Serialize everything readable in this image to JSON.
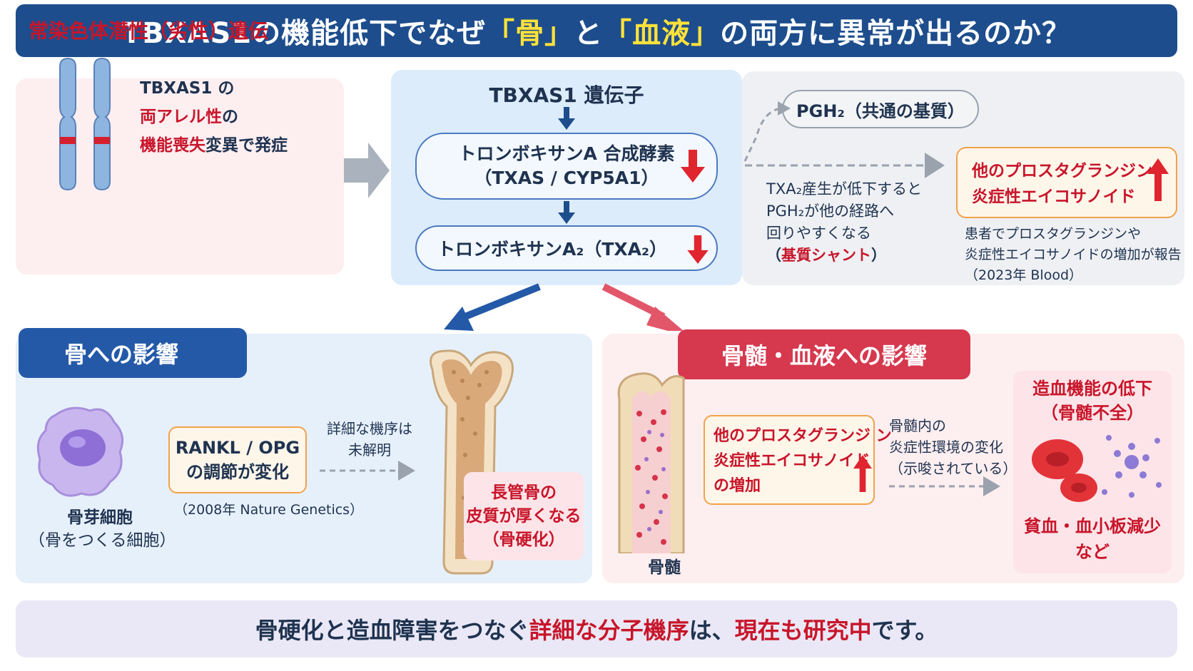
{
  "title": {
    "part1": "TBXAS1の機能低下でなぜ",
    "bone": "「骨」",
    "mid": "と",
    "blood": "「血液」",
    "part2": "の両方に異常が出るのか？"
  },
  "inheritance": {
    "title": "常染色体潜性（劣性）遺伝",
    "line1": "TBXAS1 の",
    "line2_red": "両アレル性",
    "line2_rest": "の",
    "line3_red": "機能喪失",
    "line3_rest": "変異で発症"
  },
  "gene": {
    "title": "TBXAS1 遺伝子",
    "txas_line1": "トロンボキサンA 合成酵素",
    "txas_line2": "（TXAS / CYP5A1）",
    "txa2": "トロンボキサンA₂（TXA₂）"
  },
  "shunt": {
    "pgh2": "PGH₂（共通の基質）",
    "line1": "TXA₂産生が低下すると",
    "line2": "PGH₂が他の経路へ",
    "line3": "回りやすくなる",
    "line4_open": "（",
    "line4_red": "基質シャント",
    "line4_close": "）",
    "pg_line1": "他のプロスタグランジン",
    "pg_line2": "炎症性エイコサノイド",
    "note1": "患者でプロスタグランジンや",
    "note2": "炎症性エイコサノイドの増加が報告",
    "note3": "（2023年 Blood）"
  },
  "bone": {
    "header": "骨への影響",
    "cell_name": "骨芽細胞",
    "cell_desc": "（骨をつくる細胞）",
    "rankl_line1": "RANKL / OPG",
    "rankl_line2": "の調節が変化",
    "rankl_ref": "（2008年 Nature Genetics）",
    "mech_line1": "詳細な機序は",
    "mech_line2": "未解明",
    "cortex_line1": "長管骨の",
    "cortex_line2": "皮質が厚くなる",
    "cortex_line3": "（骨硬化）"
  },
  "marrow": {
    "header": "骨髄・血液への影響",
    "marrow_label": "骨髄",
    "pg_line1": "他のプロスタグランジ ン",
    "pg_line2": "炎症性エイコサノイド",
    "pg_line3": "の増加",
    "env_line1": "骨髄内の",
    "env_line2": "炎症性環境の変化",
    "env_line3": "（示唆されている）",
    "hema_line1": "造血機能の低下",
    "hema_line2": "（骨髄不全）",
    "result_line1": "貧血・血小板減少",
    "result_line2": "など"
  },
  "footer": {
    "p1": "骨硬化と造血障害をつなぐ",
    "p2_red": "詳細な分子機序",
    "p3": "は、",
    "p4_red": "現在も研究中",
    "p5": "です。"
  },
  "colors": {
    "navy": "#1d4d8c",
    "red": "#c8152a",
    "yellow": "#ffe23a",
    "orange_border": "#f1a24a",
    "bone_blue": "#2459a8",
    "marrow_red": "#d6384e"
  },
  "icons": [
    "down-arrow-icon",
    "red-down-arrow-icon",
    "red-up-arrow-icon",
    "chromosome-icon",
    "bone-icon",
    "osteoblast-icon",
    "red-blood-cell-icon",
    "platelet-icon"
  ]
}
